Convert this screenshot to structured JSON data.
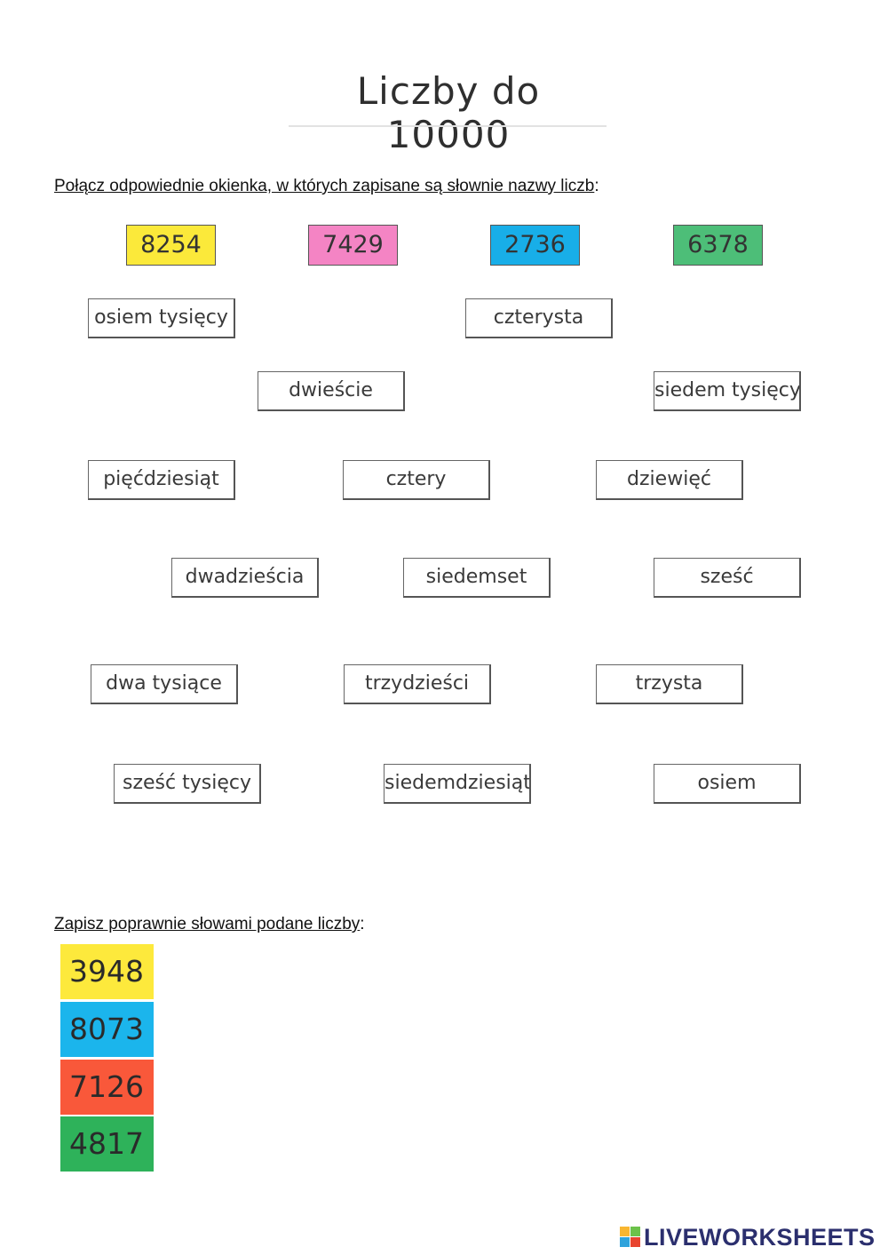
{
  "title": "Liczby do 10000",
  "task1": {
    "instruction_underlined": "Połącz odpowiednie okienka, w których zapisane są słownie nazwy liczb",
    "instruction_suffix": ":",
    "numbers": [
      {
        "value": "8254",
        "color": "#fbe93a"
      },
      {
        "value": "7429",
        "color": "#f484c4"
      },
      {
        "value": "2736",
        "color": "#18aee8"
      },
      {
        "value": "6378",
        "color": "#4dbe78"
      }
    ],
    "words": [
      "osiem tysięcy",
      "czterysta",
      "dwieście",
      "siedem tysięcy",
      "pięćdziesiąt",
      "cztery",
      "dziewięć",
      "dwadzieścia",
      "siedemset",
      "sześć",
      "dwa tysiące",
      "trzydzieści",
      "trzysta",
      "sześć tysięcy",
      "siedemdziesiąt",
      "osiem"
    ]
  },
  "task2": {
    "instruction_underlined": "Zapisz poprawnie słowami podane liczby",
    "instruction_suffix": ":",
    "numbers": [
      {
        "value": "3948",
        "color": "#fde93c"
      },
      {
        "value": "8073",
        "color": "#1bb5ec"
      },
      {
        "value": "7126",
        "color": "#f9583a"
      },
      {
        "value": "4817",
        "color": "#2eb25a"
      }
    ]
  },
  "footer": {
    "logo_text": "LIVEWORKSHEETS",
    "logo_colors": [
      "#f8b630",
      "#6cc24a",
      "#2fa3dc",
      "#e8442f"
    ]
  }
}
